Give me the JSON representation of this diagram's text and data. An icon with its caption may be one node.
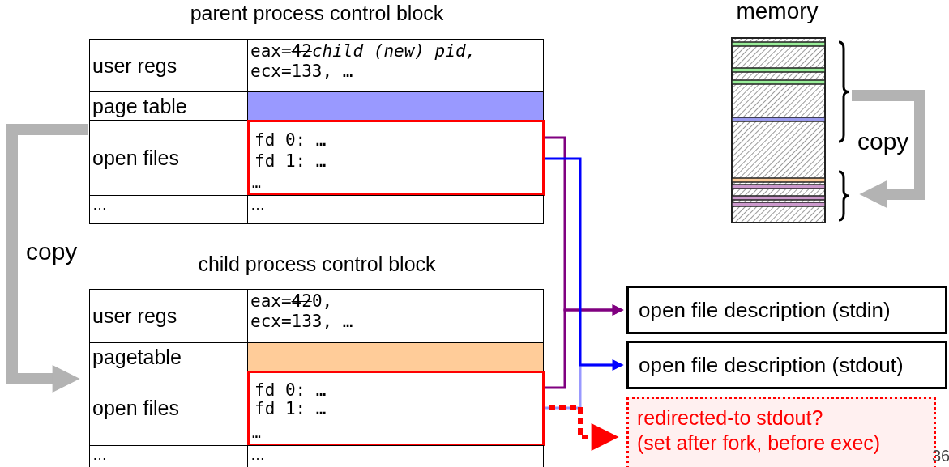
{
  "diagram": {
    "nodes": [
      {
        "text": [
          "parent process control block"
        ]
      },
      {
        "text": [
          "user regs"
        ],
        "in": 0
      },
      {
        "text": [
          "eax=",
          "42",
          "child (new) pid,",
          "ecx=133, …"
        ],
        "in": 0
      },
      {
        "text": [
          "page table"
        ],
        "in": 0
      },
      {
        "text": [],
        "shape": "box",
        "in": 0
      },
      {
        "text": [
          "open files"
        ],
        "in": 0
      },
      {
        "text": [
          "…"
        ],
        "in": 0
      },
      {
        "text": [
          "fd 0: …"
        ],
        "in": 6
      },
      {
        "text": [
          "fd 1: …"
        ],
        "in": 6
      },
      {
        "text": [
          "…"
        ],
        "in": 0
      },
      {
        "text": [
          "…"
        ],
        "in": 0
      },
      {
        "text": [
          "child process control block"
        ]
      },
      {
        "text": [
          "user regs"
        ],
        "in": 11
      },
      {
        "text": [
          "eax=",
          "42",
          "0,",
          "ecx=133, …"
        ],
        "in": 11
      },
      {
        "text": [
          "pagetable"
        ],
        "in": 11
      },
      {
        "text": [],
        "shape": "box",
        "in": 11
      },
      {
        "text": [
          "open files"
        ],
        "in": 11
      },
      {
        "text": [
          "…"
        ],
        "in": 11
      },
      {
        "text": [
          "fd 0: …"
        ],
        "in": 17
      },
      {
        "text": [
          "fd 1: …"
        ],
        "in": 17
      },
      {
        "text": [
          "…"
        ],
        "in": 11
      },
      {
        "text": [
          "…"
        ],
        "in": 11
      },
      {
        "text": [
          "open file description (stdin)"
        ]
      },
      {
        "text": [
          "open file description (stdout)"
        ]
      },
      {
        "text": [
          "redirected-to stdout?",
          "(set after fork, before exec)"
        ]
      },
      {
        "text": [
          "memory"
        ]
      },
      {
        "text": [],
        "shape": "brace"
      },
      {
        "text": [],
        "shape": "brace"
      }
    ],
    "edges": [
      {
        "from": 7,
        "to": 22,
        "arrow": "to",
        "color": "#800080"
      },
      {
        "from": 8,
        "to": 23,
        "arrow": "to",
        "color": "#0000ff"
      },
      {
        "from": 18,
        "to": 22,
        "arrow": "to",
        "color": "#800080"
      },
      {
        "from": 19,
        "to": 23,
        "arrow": "to",
        "color": "#9999ff"
      },
      {
        "from": 19,
        "to": 24,
        "arrow": "to",
        "style": "dashed",
        "color": "#ff0000"
      },
      {
        "from": 0,
        "to": 11,
        "arrow": "to",
        "label": "copy",
        "style": "thick",
        "color": "#b3b3b3"
      },
      {
        "from": 26,
        "to": 27,
        "arrow": "to",
        "label": "copy",
        "style": "thick",
        "color": "#b3b3b3"
      }
    ],
    "labels": [
      "36"
    ]
  }
}
